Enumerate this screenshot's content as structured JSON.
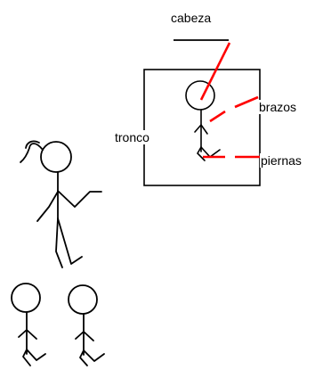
{
  "labels": {
    "head": "cabeza",
    "torso": "tronco",
    "arms": "brazos",
    "legs": "piernas"
  },
  "colors": {
    "stroke": "#000000",
    "pointer": "#ff0000",
    "background": "#ffffff"
  }
}
